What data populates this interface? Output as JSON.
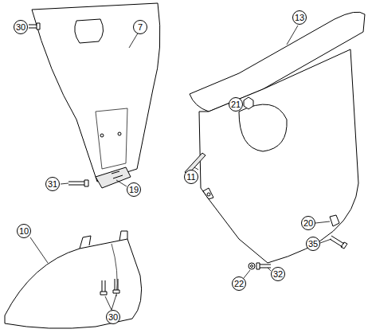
{
  "diagram": {
    "labels": [
      "30",
      "7",
      "19",
      "31",
      "13",
      "21",
      "11",
      "20",
      "35",
      "22",
      "32",
      "10",
      "30"
    ]
  }
}
